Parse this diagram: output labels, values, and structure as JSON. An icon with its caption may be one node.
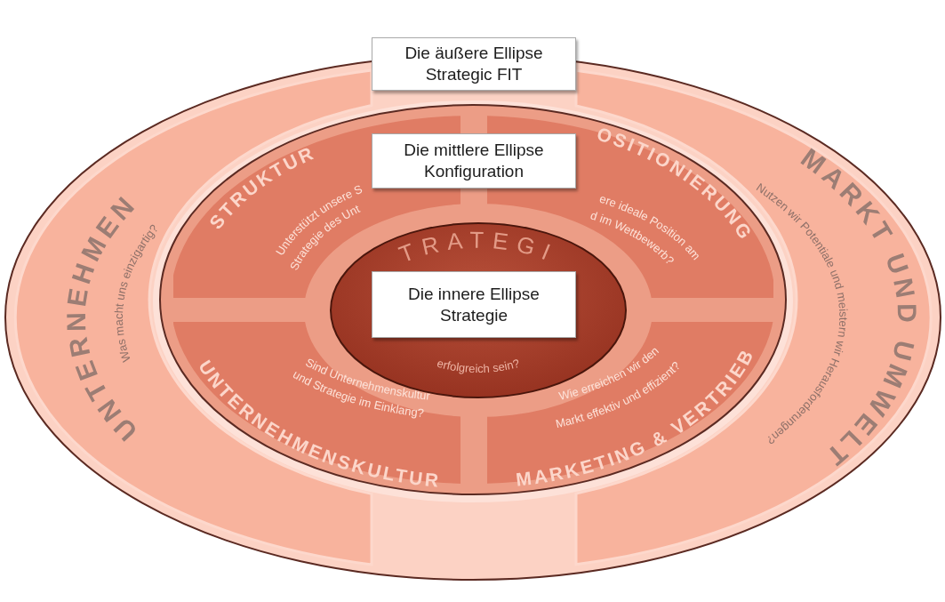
{
  "diagram": {
    "nodes": [
      {
        "text": [
          "UNTERNEHMEN",
          "Was macht uns einzigartig?"
        ]
      },
      {
        "text": [
          "MARKT UND UMWELT",
          "Nutzen wir Potentiale und meistern wir Herausforderungen?"
        ]
      },
      {
        "text": [
          "STRUKTUR",
          "Unterstützt unsere S Strategie des Unt"
        ]
      },
      {
        "text": [
          "OSITIONIERUNG",
          "ere ideale Position am d im Wettbewerb?"
        ]
      },
      {
        "text": [
          "UNTERNEHMENSKULTUR",
          "Sind Unternehmenskultur und Strategie im Einklang?"
        ]
      },
      {
        "text": [
          "Wie erreichen wir den Markt effektiv und effizient?",
          "MARKETING & VERTRIEB"
        ]
      },
      {
        "text": [
          "TRATEGI",
          "erfolgreich sein?"
        ]
      },
      {
        "text": [
          "Die äußere Ellipse Strategic FIT"
        ]
      },
      {
        "text": [
          "Die mittlere Ellipse Konfiguration"
        ]
      },
      {
        "text": [
          "Die innere Ellipse Strategie"
        ],
        "in": 6
      }
    ]
  }
}
